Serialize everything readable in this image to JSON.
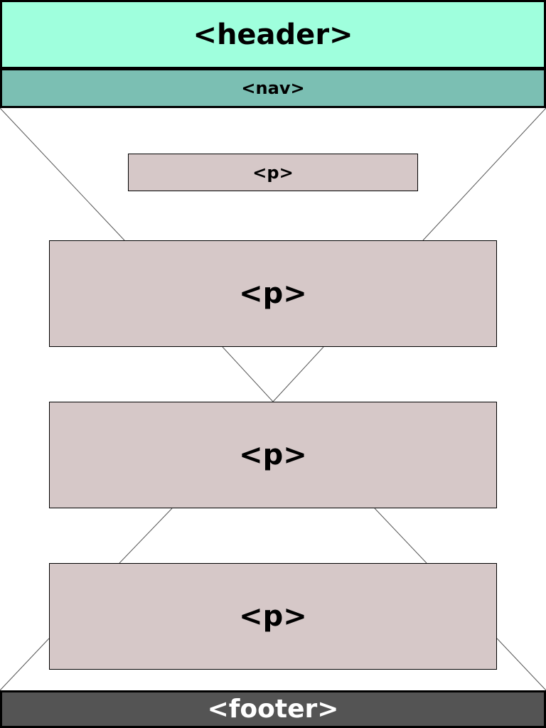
{
  "diagram": {
    "header_label": "<header>",
    "nav_label": "<nav>",
    "paragraphs": [
      {
        "label": "<p>"
      },
      {
        "label": "<p>"
      },
      {
        "label": "<p>"
      },
      {
        "label": "<p>"
      }
    ],
    "footer_label": "<footer>"
  },
  "colors": {
    "header_bg": "#9fffdd",
    "nav_bg": "#7bbfb3",
    "paragraph_bg": "#d6c8c8",
    "footer_bg": "#545454",
    "footer_text": "#ffffff",
    "border": "#000000"
  }
}
